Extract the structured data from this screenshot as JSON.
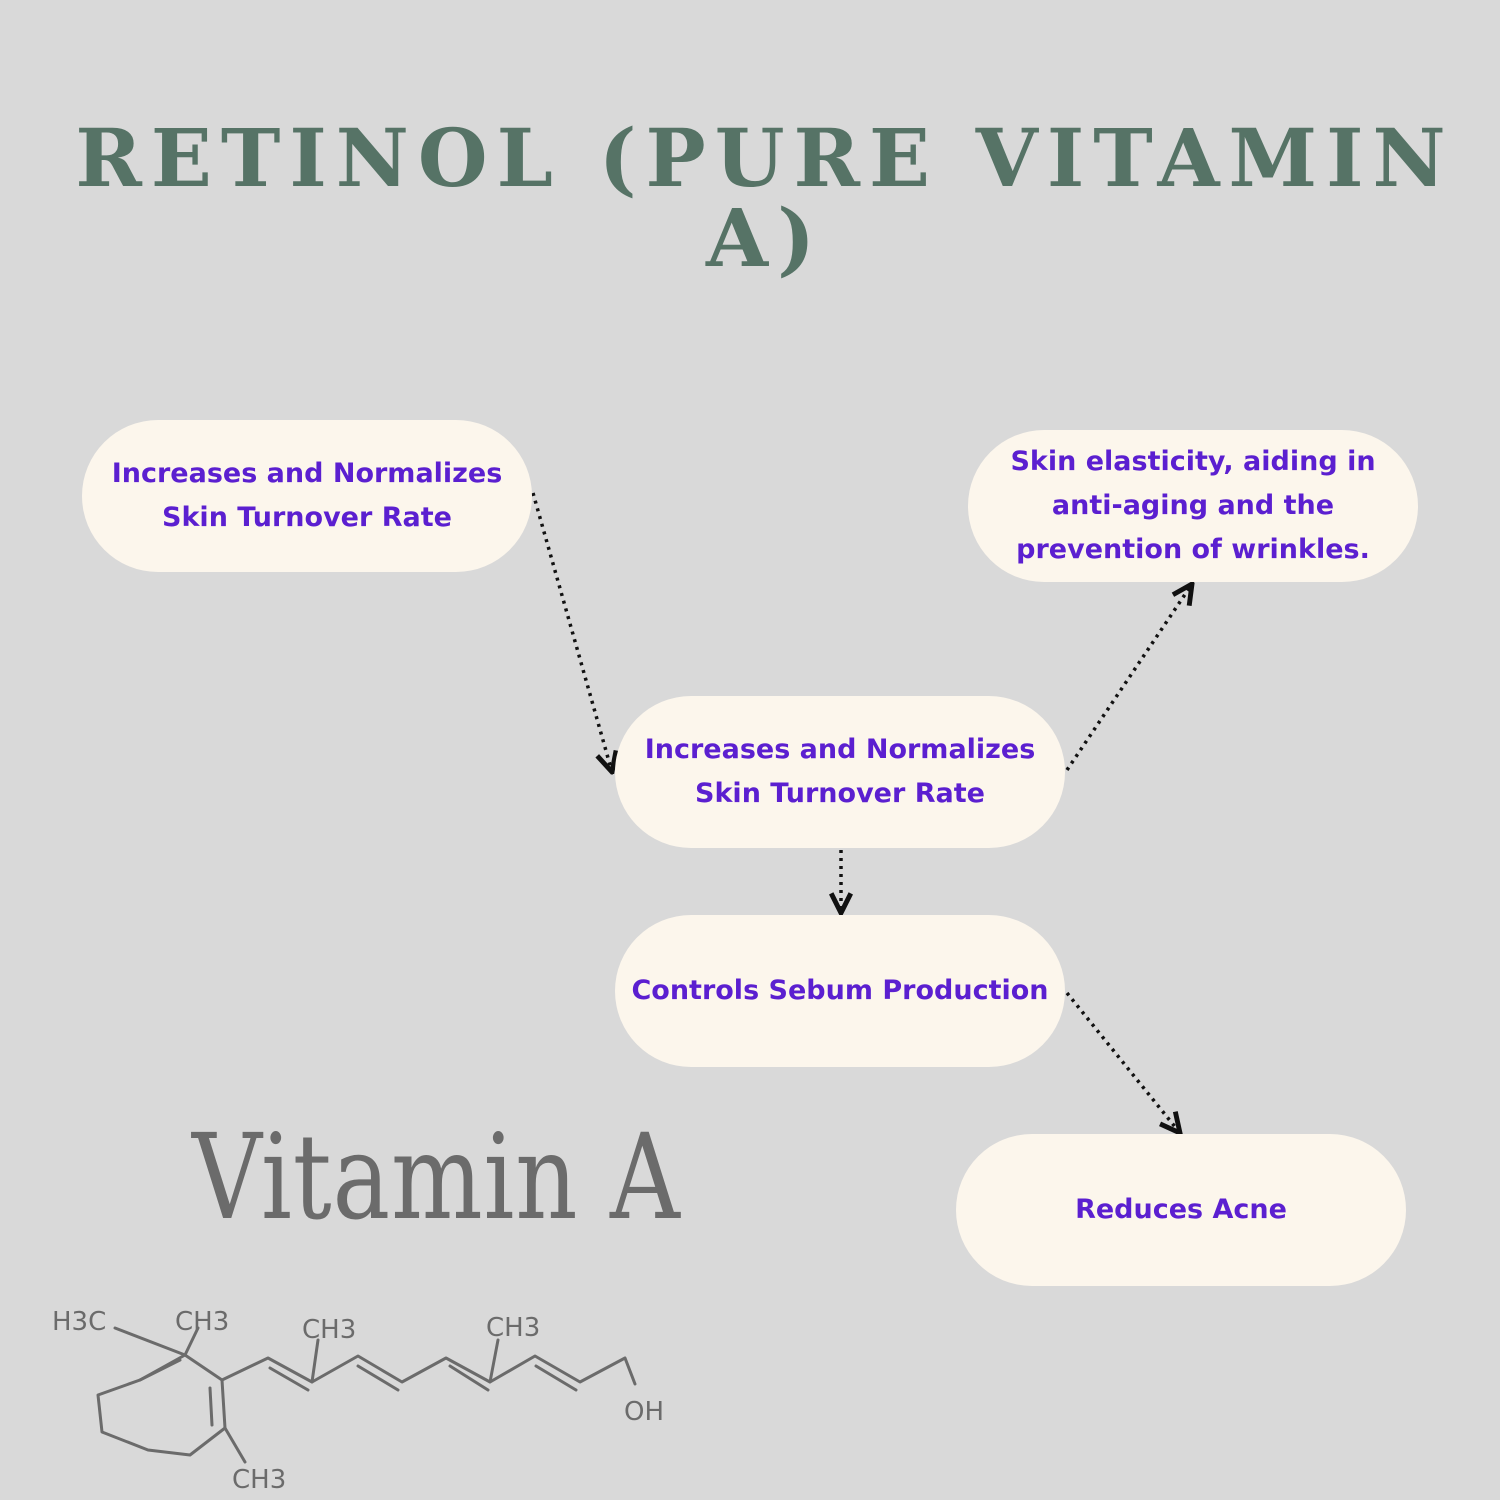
{
  "title": "RETINOL (PURE VITAMIN A)",
  "colors": {
    "background": "#d9d9d9",
    "title": "#567366",
    "node_fill": "#fcf6ec",
    "node_text": "#5b1fd0",
    "arrow": "#111111",
    "sketch": "#6b6b6b"
  },
  "nodes": [
    {
      "id": "n1",
      "text": "Increases and Normalizes\nSkin Turnover Rate"
    },
    {
      "id": "n2",
      "text": "Skin elasticity, aiding in\nanti-aging and the\nprevention of wrinkles."
    },
    {
      "id": "n3",
      "text": "Increases and Normalizes\nSkin Turnover Rate"
    },
    {
      "id": "n4",
      "text": "Controls Sebum Production"
    },
    {
      "id": "n5",
      "text": "Reduces Acne"
    }
  ],
  "edges": [
    {
      "from": "n1",
      "to": "n3",
      "style": "dotted"
    },
    {
      "from": "n3",
      "to": "n2",
      "style": "dotted"
    },
    {
      "from": "n3",
      "to": "n4",
      "style": "dotted"
    },
    {
      "from": "n4",
      "to": "n5",
      "style": "dotted"
    }
  ],
  "illustration": {
    "heading": "Vitamin A",
    "formula_labels": {
      "h3c": "H3C",
      "ch3_ring": "CH3",
      "ch3_chain1": "CH3",
      "ch3_chain2": "CH3",
      "ch3_bottom": "CH3",
      "oh": "OH"
    }
  }
}
